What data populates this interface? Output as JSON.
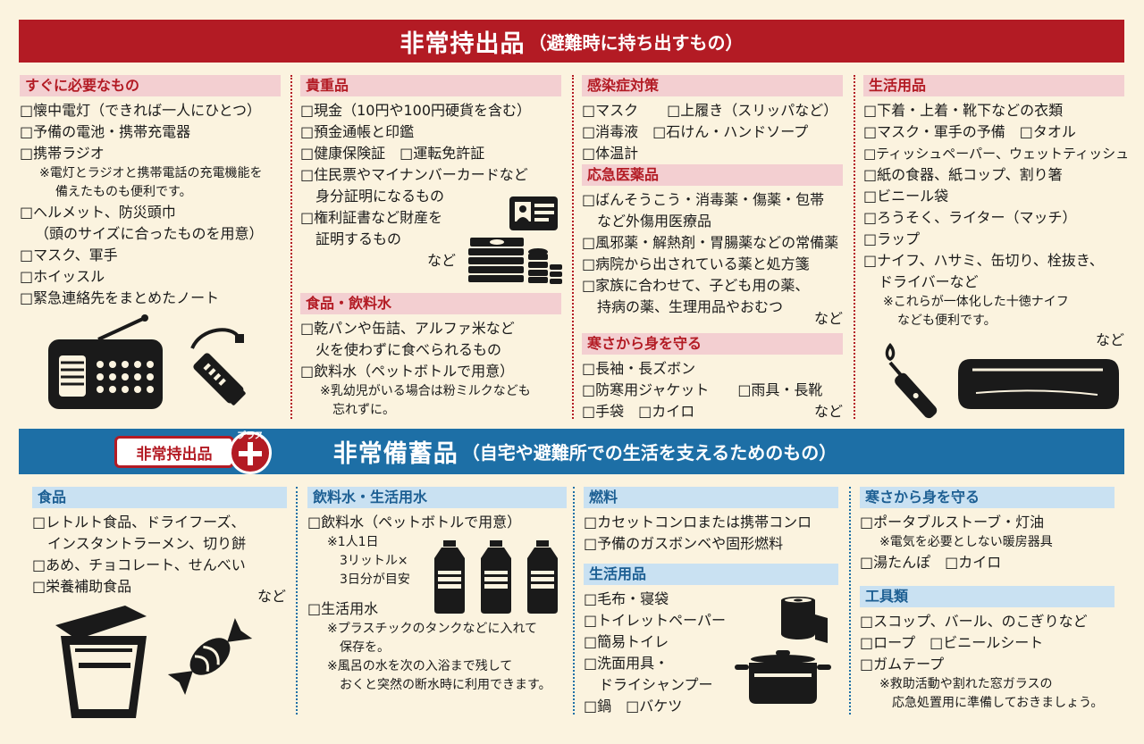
{
  "top": {
    "title": "非常持出品",
    "subtitle": "（避難時に持ち出すもの）",
    "col1": {
      "header": "すぐに必要なもの",
      "items": [
        "□懐中電灯（できれば一人にひとつ）",
        "□予備の電池・携帯充電器",
        "□携帯ラジオ"
      ],
      "note": [
        "※電灯とラジオと携帯電話の充電機能を",
        "備えたものも便利です。"
      ],
      "items2": [
        "□ヘルメット、防災頭巾"
      ],
      "items2_cont": "（頭のサイズに合ったものを用意）",
      "items3": [
        "□マスク、軍手",
        "□ホイッスル",
        "□緊急連絡先をまとめたノート"
      ]
    },
    "col2": {
      "header1": "貴重品",
      "items1": [
        "□現金（10円や100円硬貨を含む）",
        "□預金通帳と印鑑",
        "□健康保険証　□運転免許証",
        "□住民票やマイナンバーカードなど"
      ],
      "items1_cont": "身分証明になるもの",
      "items1b": "□権利証書など財産を",
      "items1b_cont": "証明するもの",
      "nado1": "など",
      "header2": "食品・飲料水",
      "items2": "□乾パンや缶詰、アルファ米など",
      "items2_cont": "火を使わずに食べられるもの",
      "items2b": "□飲料水（ペットボトルで用意）",
      "note": [
        "※乳幼児がいる場合は粉ミルクなども",
        "忘れずに。"
      ]
    },
    "col3": {
      "header1": "感染症対策",
      "items1": [
        "□マスク　　□上履き（スリッパなど）",
        "□消毒液　□石けん・ハンドソープ",
        "□体温計"
      ],
      "header2": "応急医薬品",
      "items2a": "□ばんそうこう・消毒薬・傷薬・包帯",
      "items2a_cont": "など外傷用医療品",
      "items2b": [
        "□風邪薬・解熱剤・胃腸薬などの常備薬",
        "□病院から出されている薬と処方箋",
        "□家族に合わせて、子ども用の薬、"
      ],
      "items2b_cont": "持病の薬、生理用品やおむつ",
      "nado2": "など",
      "header3": "寒さから身を守る",
      "items3": [
        "□長袖・長ズボン",
        "□防寒用ジャケット　　□雨具・長靴"
      ],
      "items3_last": "□手袋　□カイロ",
      "nado3": "など"
    },
    "col4": {
      "header": "生活用品",
      "items": [
        "□下着・上着・靴下などの衣類",
        "□マスク・軍手の予備　□タオル",
        "□ティッシュペーパー、ウェットティッシュ",
        "□紙の食器、紙コップ、割り箸",
        "□ビニール袋",
        "□ろうそく、ライター（マッチ）",
        "□ラップ",
        "□ナイフ、ハサミ、缶切り、栓抜き、"
      ],
      "items_cont": "ドライバーなど",
      "note": [
        "※これらが一体化した十徳ナイフ",
        "なども便利です。"
      ],
      "nado": "など"
    }
  },
  "bottom": {
    "tag": "非常持出品",
    "plus_label": "プラス",
    "title": "非常備蓄品",
    "subtitle": "（自宅や避難所での生活を支えるためのもの）",
    "col1": {
      "header": "食品",
      "item1": "□レトルト食品、ドライフーズ、",
      "item1_cont": "インスタントラーメン、切り餅",
      "items": [
        "□あめ、チョコレート、せんべい",
        "□栄養補助食品"
      ],
      "nado": "など"
    },
    "col2": {
      "header": "飲料水・生活用水",
      "item1": "□飲料水（ペットボトルで用意）",
      "note1": [
        "※1人1日",
        "3リットル×",
        "3日分が目安"
      ],
      "item2": "□生活用水",
      "note2": [
        "※プラスチックのタンクなどに入れて",
        "保存を。",
        "※風呂の水を次の入浴まで残して",
        "おくと突然の断水時に利用できます。"
      ]
    },
    "col3": {
      "header1": "燃料",
      "items1": [
        "□カセットコンロまたは携帯コンロ",
        "□予備のガスボンベや固形燃料"
      ],
      "header2": "生活用品",
      "items2": [
        "□毛布・寝袋",
        "□トイレットペーパー",
        "□簡易トイレ",
        "□洗面用具・"
      ],
      "items2_cont": "ドライシャンプー",
      "items2_last": "□鍋　□バケツ"
    },
    "col4": {
      "header1": "寒さから身を守る",
      "item1": "□ポータブルストーブ・灯油",
      "note1": "※電気を必要としない暖房器具",
      "item2": "□湯たんぽ　□カイロ",
      "header2": "工具類",
      "items2": [
        "□スコップ、バール、のこぎりなど",
        "□ロープ　□ビニールシート",
        "□ガムテープ"
      ],
      "note2": [
        "※救助活動や割れた窓ガラスの",
        "応急処置用に準備しておきましょう。"
      ]
    }
  },
  "colors": {
    "red": "#b31b24",
    "blue": "#1d6fa6",
    "bg": "#fbf3df",
    "pink": "#f3cfd1",
    "lightblue": "#c9e1f2"
  },
  "icons": [
    "radio-icon",
    "flashlight-icon",
    "id-card-icon",
    "money-icon",
    "candle-lighter-icon",
    "blanket-icon",
    "cup-noodle-icon",
    "candy-icon",
    "water-bottle-icon",
    "toilet-paper-icon",
    "pot-icon"
  ]
}
